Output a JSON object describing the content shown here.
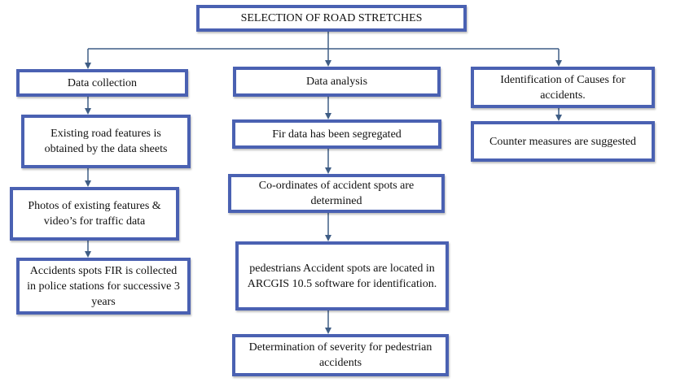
{
  "diagram": {
    "top": "SELECTION OF ROAD STRETCHES",
    "columns": [
      {
        "header": "Data collection",
        "steps": [
          "Existing road features is obtained by the data sheets",
          "Photos of existing features & video’s for traffic data",
          "Accidents spots FIR is collected in police stations for successive 3 years"
        ]
      },
      {
        "header": "Data analysis",
        "steps": [
          "Fir data has been segregated",
          "Co-ordinates of accident spots are determined",
          "pedestrians Accident spots are located in ARCGIS 10.5 software for identification.",
          "Determination of severity for pedestrian accidents"
        ]
      },
      {
        "header": "Identification of Causes for accidents.",
        "steps": [
          "Counter measures are suggested"
        ]
      }
    ]
  },
  "colors": {
    "box_border": "#4a61b2",
    "connector": "#3f5d85"
  }
}
